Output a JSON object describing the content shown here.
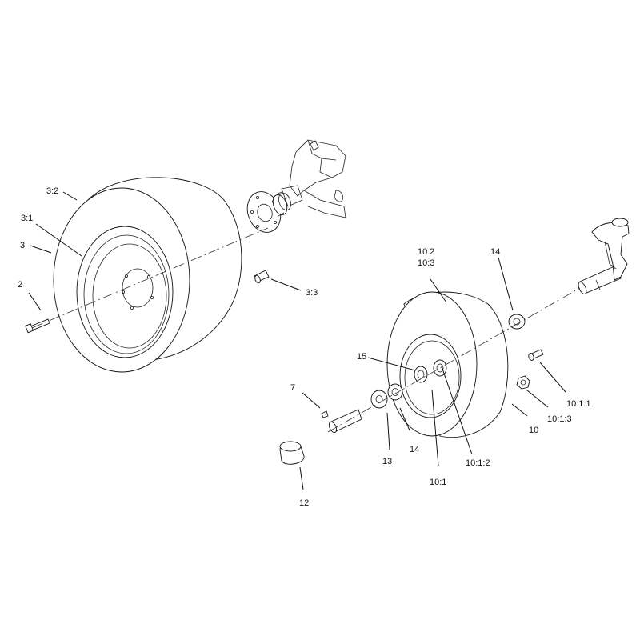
{
  "callouts": {
    "c3_2": "3:2",
    "c3_1": "3:1",
    "c3": "3",
    "c2": "2",
    "c3_3": "3:3",
    "c10_2": "10:2",
    "c10_3": "10:3",
    "c14_top": "14",
    "c15": "15",
    "c7": "7",
    "c10_1_1": "10:1:1",
    "c10_1_3": "10:1:3",
    "c10": "10",
    "c14_bottom": "14",
    "c13": "13",
    "c10_1_2": "10:1:2",
    "c10_1": "10:1",
    "c12": "12"
  }
}
